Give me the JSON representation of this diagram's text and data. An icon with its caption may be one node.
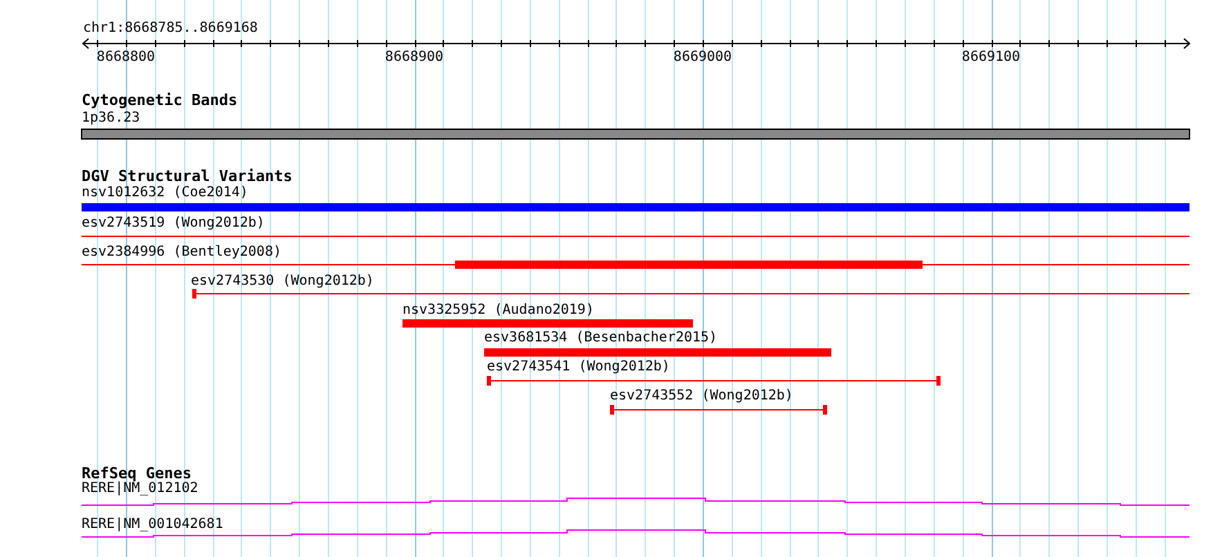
{
  "diagram": {
    "nodes": [
      {
        "text": [
          "1p36.23"
        ]
      },
      {
        "text": [
          "nsv1012632 (Coe2014)"
        ]
      },
      {
        "text": [
          "esv2743519 (Wong2012b)"
        ]
      },
      {
        "text": [
          "esv2384996 (Bentley2008)"
        ]
      },
      {
        "text": [
          "esv2743530 (Wong2012b)"
        ]
      },
      {
        "text": [
          "nsv3325952 (Audano2019)"
        ]
      },
      {
        "text": [
          "esv3681534 (Besenbacher2015)"
        ]
      },
      {
        "text": [
          "esv2743541 (Wong2012b)"
        ]
      },
      {
        "text": [
          "esv2743552 (Wong2012b)"
        ]
      },
      {
        "text": [
          "RERE|NM_012102"
        ]
      },
      {
        "text": [
          "RERE|NM_001042681"
        ]
      }
    ],
    "edges": [],
    "labels": [
      "chr1:8668785..8669168",
      "8668800",
      "8668900",
      "8669000",
      "8669100",
      "Cytogenetic Bands",
      "DGV Structural Variants",
      "RefSeq Genes"
    ]
  }
}
